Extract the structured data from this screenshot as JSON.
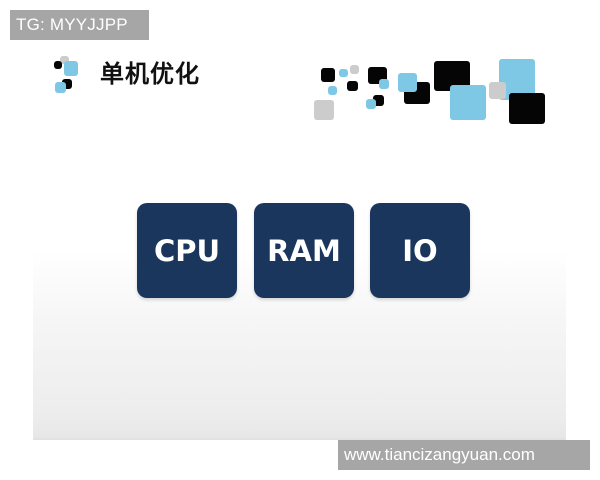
{
  "watermarks": {
    "top": "TG: MYYJJPP",
    "bottom": "www.tiancizangyuan.com"
  },
  "slide": {
    "title": "单机优化",
    "tiles": [
      {
        "label": "CPU"
      },
      {
        "label": "RAM"
      },
      {
        "label": "IO"
      }
    ],
    "colors": {
      "tile_bg": "#1b365d",
      "tile_text": "#ffffff",
      "accent_blue": "#7ec8e6",
      "accent_black": "#050505",
      "accent_gray": "#cccccc"
    },
    "icons": [
      "title-squares-icon",
      "decorative-squares-cluster"
    ]
  }
}
